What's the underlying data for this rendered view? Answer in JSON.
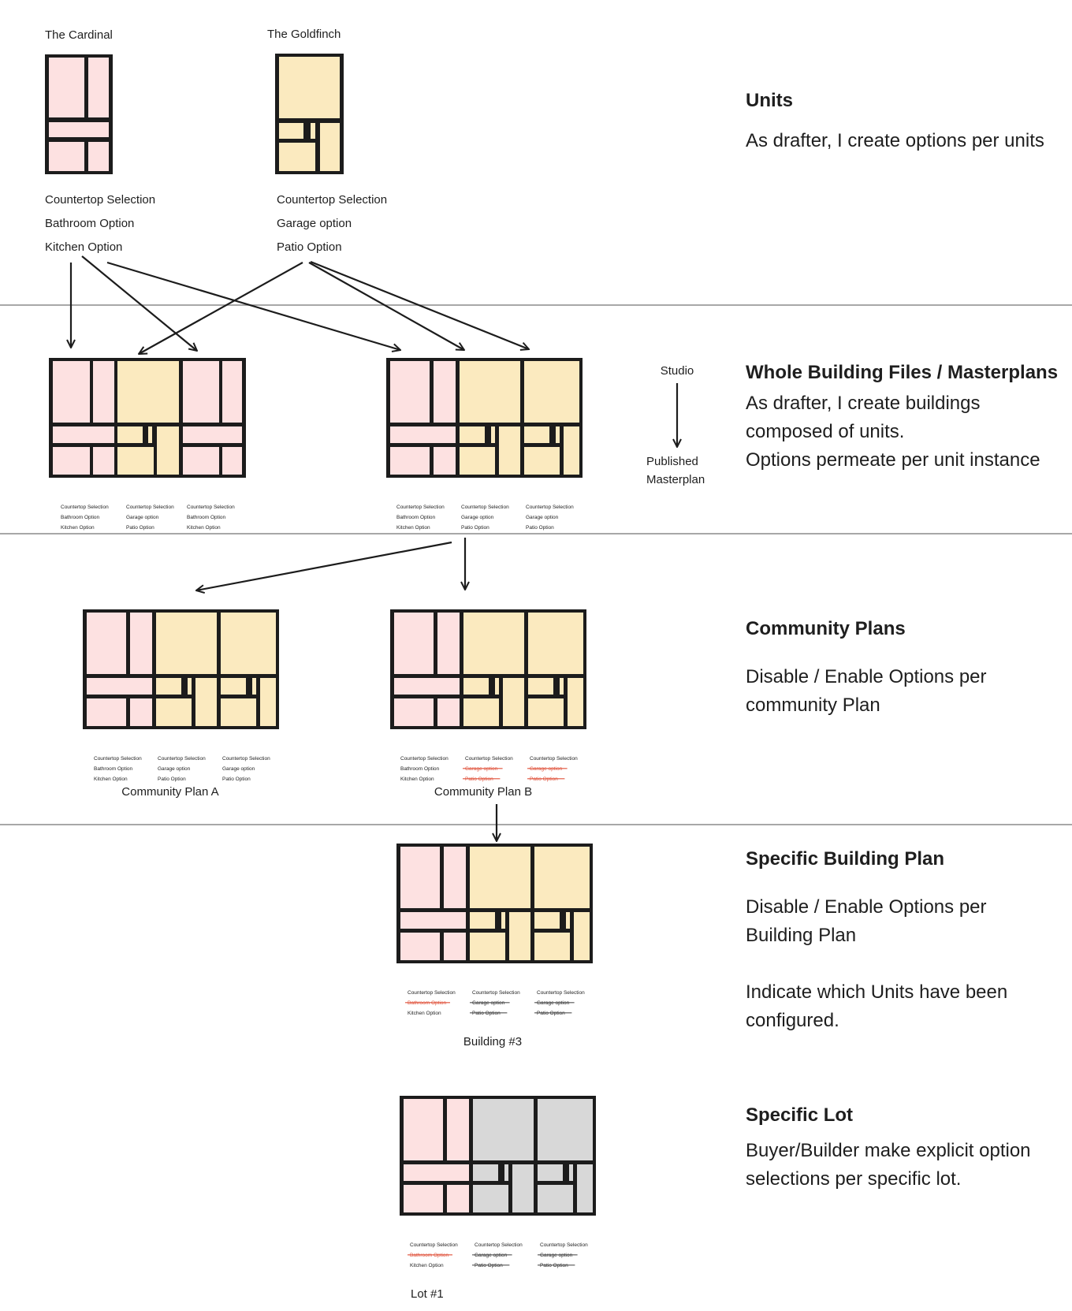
{
  "colors": {
    "stroke": "#1c1c1c",
    "pink": "#fde1e1",
    "yellow": "#fbeabf",
    "gray": "#d8d8d8",
    "divider": "#8c8c8c",
    "strike_red": "#e0533c",
    "strike_gray": "#555555"
  },
  "units": [
    {
      "name": "The Cardinal",
      "options": [
        "Countertop Selection",
        "Bathroom Option",
        "Kitchen Option"
      ]
    },
    {
      "name": "The Goldfinch",
      "options": [
        "Countertop Selection",
        "Garage option",
        "Patio Option"
      ]
    }
  ],
  "studio_flow": {
    "from": "Studio",
    "to_line1": "Published",
    "to_line2": "Masterplan"
  },
  "unit_option_lists": {
    "cardinal": [
      "Countertop Selection",
      "Bathroom Option",
      "Kitchen Option"
    ],
    "goldfinch": [
      "Countertop Selection",
      "Garage option",
      "Patio Option"
    ]
  },
  "community": {
    "plan_a": "Community Plan A",
    "plan_b": "Community Plan B"
  },
  "building_label": "Building #3",
  "lot_label": "Lot #1",
  "sections": [
    {
      "title": "Units",
      "body": [
        "As drafter, I create options per units"
      ]
    },
    {
      "title": "Whole Building Files / Masterplans",
      "body": [
        "As drafter, I create buildings",
        "composed of units.",
        "Options permeate per unit instance"
      ]
    },
    {
      "title": "Community Plans",
      "body": [
        "Disable / Enable Options per",
        "community Plan"
      ]
    },
    {
      "title": "Specific Building Plan",
      "body": [
        "Disable / Enable Options per",
        "Building Plan",
        "",
        "Indicate which Units have been",
        "configured."
      ]
    },
    {
      "title": "Specific Lot",
      "body": [
        "Buyer/Builder make explicit option",
        "selections per specific lot."
      ]
    }
  ]
}
